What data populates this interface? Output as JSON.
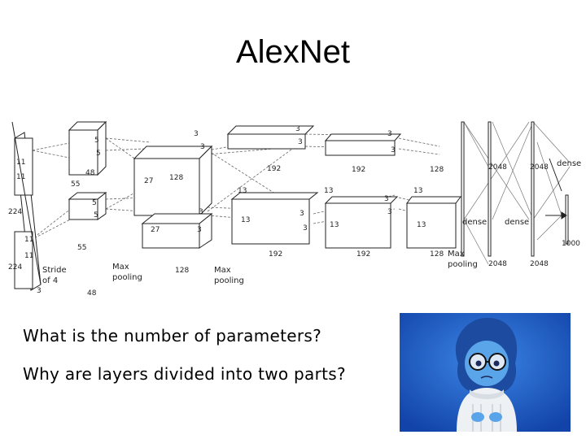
{
  "slide": {
    "title": "AlexNet",
    "questions": [
      "What is the number of parameters?",
      "Why are layers divided into two parts?"
    ]
  },
  "diagram": {
    "input": {
      "size_h": "224",
      "size_w": "224",
      "depth": "3",
      "kernel": "11",
      "stride_label": "Stride",
      "stride_value": "of 4"
    },
    "conv1": {
      "size": "55",
      "depth": "48",
      "kernel": "5"
    },
    "conv2": {
      "size": "27",
      "depth": "128",
      "kernel": "3"
    },
    "conv3": {
      "size": "13",
      "depth": "192",
      "kernel": "3"
    },
    "conv4": {
      "size": "13",
      "depth": "192",
      "kernel": "3"
    },
    "conv5": {
      "size": "13",
      "depth": "128"
    },
    "pool_label_1": "Max",
    "pool_label_2": "pooling",
    "dense_label": "dense",
    "dense1": "2048",
    "dense2": "2048",
    "output": "1000"
  },
  "colors": {
    "background": "#ffffff",
    "text": "#000000",
    "line": "#333333",
    "photo_bg": "#1a4fb8",
    "character_skin": "#5aa4ea"
  }
}
